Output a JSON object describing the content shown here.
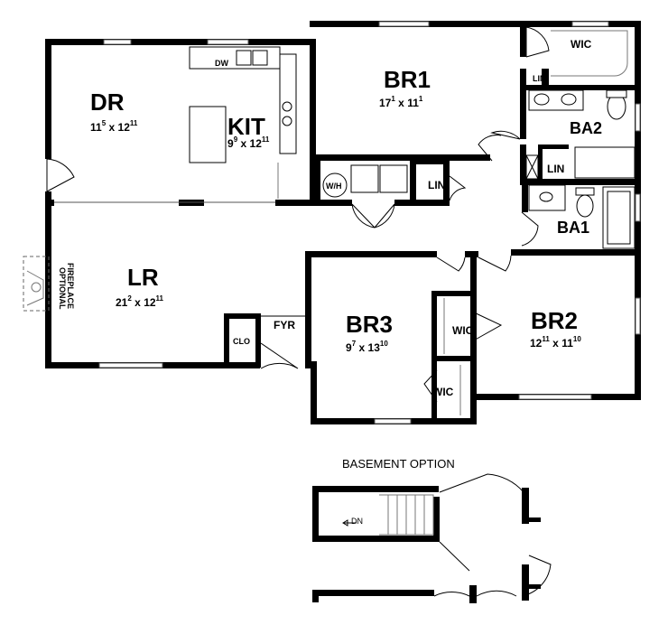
{
  "rooms": {
    "dr": {
      "name": "DR",
      "dim_a": "11",
      "dim_a_sup": "5",
      "dim_b": "12",
      "dim_b_sup": "11"
    },
    "kit": {
      "name": "KIT",
      "dim_a": "9",
      "dim_a_sup": "9",
      "dim_b": "12",
      "dim_b_sup": "11"
    },
    "br1": {
      "name": "BR1",
      "dim_a": "17",
      "dim_a_sup": "1",
      "dim_b": "11",
      "dim_b_sup": "1"
    },
    "lr": {
      "name": "LR",
      "dim_a": "21",
      "dim_a_sup": "2",
      "dim_b": "12",
      "dim_b_sup": "11"
    },
    "br3": {
      "name": "BR3",
      "dim_a": "9",
      "dim_a_sup": "7",
      "dim_b": "13",
      "dim_b_sup": "10"
    },
    "br2": {
      "name": "BR2",
      "dim_a": "12",
      "dim_a_sup": "11",
      "dim_b": "11",
      "dim_b_sup": "10"
    }
  },
  "dim_separator": "x",
  "labels": {
    "wic_br1": "WIC",
    "lin_small": "LIN",
    "ba2": "BA2",
    "lin_ba2": "LIN",
    "ba1": "BA1",
    "lin_hall": "LIN",
    "wh": "W/H",
    "dw": "DW",
    "fyr": "FYR",
    "clo": "CLO",
    "wic_br3_a": "WIC",
    "wic_br3_b": "WIC",
    "fireplace_1": "OPTIONAL",
    "fireplace_2": "FIREPLACE"
  },
  "basement": {
    "title": "BASEMENT OPTION",
    "stair_label": "DN"
  }
}
